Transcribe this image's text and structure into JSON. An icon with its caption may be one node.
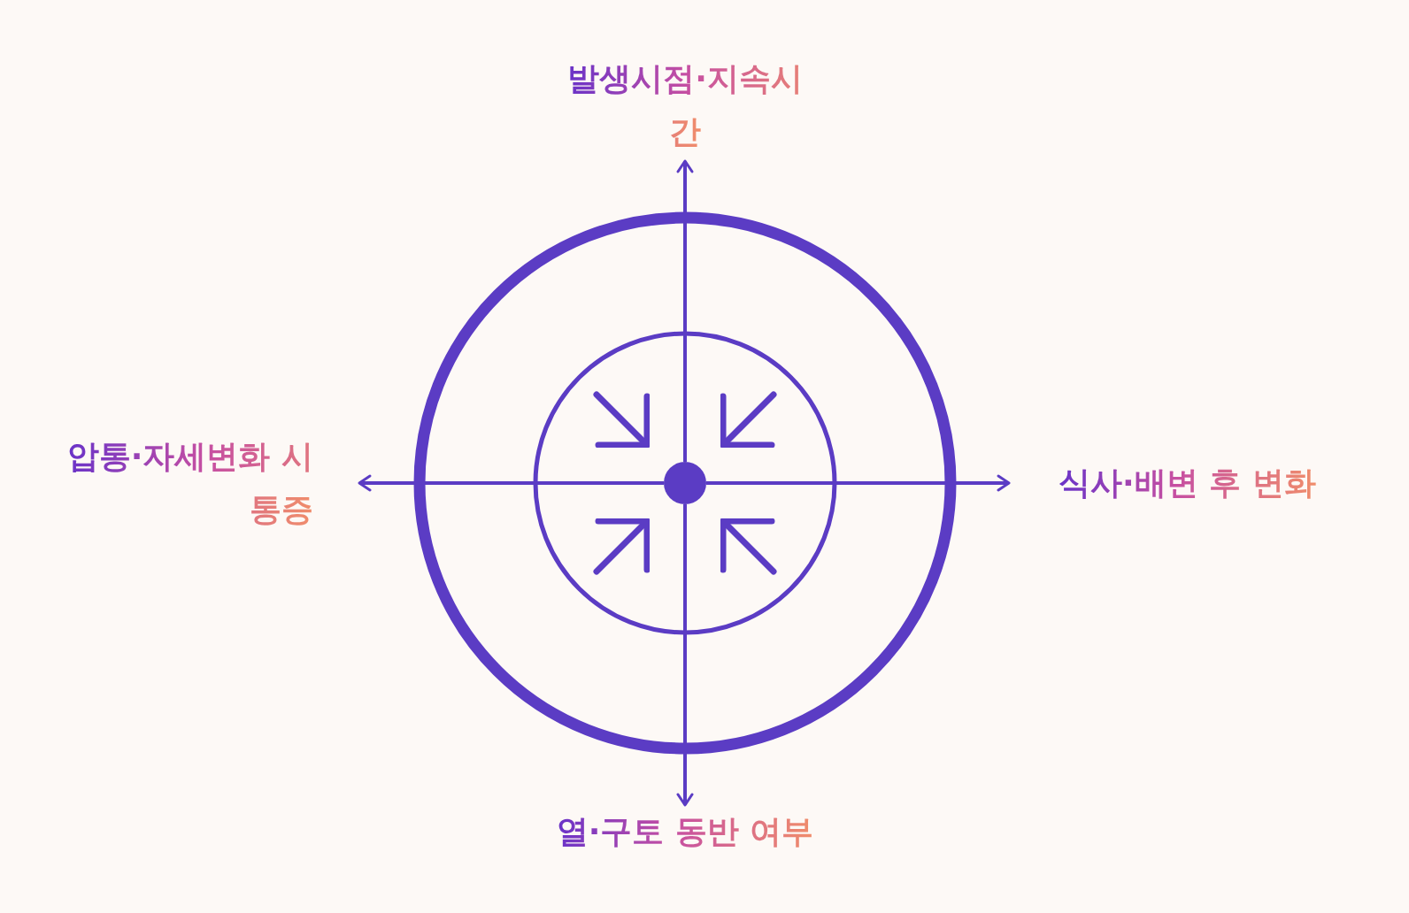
{
  "diagram": {
    "nodes": [
      {
        "text": [
          "발생시점·지속시간"
        ]
      },
      {
        "text": [
          "압통·자세변화 시 통증"
        ]
      },
      {
        "text": [],
        "shape": "circle"
      },
      {
        "text": [
          "식사·배변 후 변화"
        ]
      },
      {
        "text": [
          "열·구토 동반 여부"
        ]
      }
    ],
    "edges": [
      {
        "from": 2,
        "to": 0,
        "arrow": "to"
      },
      {
        "from": 2,
        "to": 1,
        "arrow": "to"
      },
      {
        "from": 2,
        "to": 3,
        "arrow": "to"
      },
      {
        "from": 2,
        "to": 4,
        "arrow": "to"
      }
    ]
  }
}
